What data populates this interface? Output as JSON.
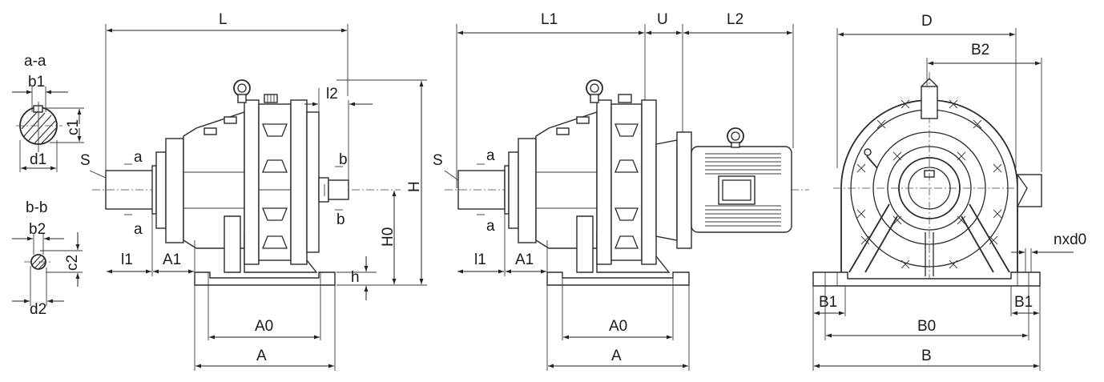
{
  "section_aa": {
    "title": "a-a",
    "width_label": "b1",
    "height_label": "c1",
    "dia_label": "d1"
  },
  "section_bb": {
    "title": "b-b",
    "width_label": "b2",
    "height_label": "c2",
    "dia_label": "d2"
  },
  "side_view": {
    "overall_length": "L",
    "shaft_marker": "S",
    "section_a_top": "a",
    "section_a_bottom": "a",
    "section_b_top": "b",
    "section_b_bottom": "b",
    "output_shaft_len": "l1",
    "flange_offset": "A1",
    "input_shaft_len": "l2",
    "height": "H",
    "center_height": "H0",
    "base_thickness": "h",
    "base_inner": "A0",
    "base_outer": "A"
  },
  "motor_view": {
    "reducer_length": "L1",
    "adapter_length": "U",
    "motor_length": "L2",
    "shaft_marker": "S",
    "section_a_top": "a",
    "section_a_bottom": "a",
    "output_shaft_len": "l1",
    "flange_offset": "A1",
    "base_inner": "A0",
    "base_outer": "A"
  },
  "end_view": {
    "diameter": "D",
    "offset": "B2",
    "bolt_holes": "nxd0",
    "foot_left": "B1",
    "foot_right": "B1",
    "base_inner": "B0",
    "base_outer": "B"
  }
}
